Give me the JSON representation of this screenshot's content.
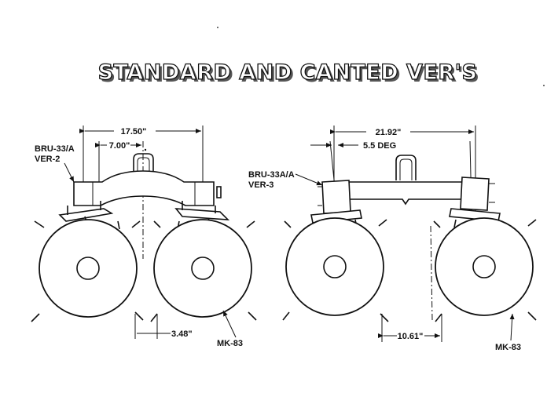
{
  "title": "STANDARD AND CANTED VER'S",
  "left_diagram": {
    "rack_label_line1": "BRU-33/A",
    "rack_label_line2": "VER-2",
    "dim_outer": "17.50\"",
    "dim_inner": "7.00\"",
    "dim_gap": "3.48\"",
    "store_label": "MK-83"
  },
  "right_diagram": {
    "rack_label_line1": "BRU-33A/A",
    "rack_label_line2": "VER-3",
    "dim_outer": "21.92\"",
    "angle_label": "5.5 DEG",
    "dim_gap": "10.61\"",
    "store_label": "MK-83"
  }
}
